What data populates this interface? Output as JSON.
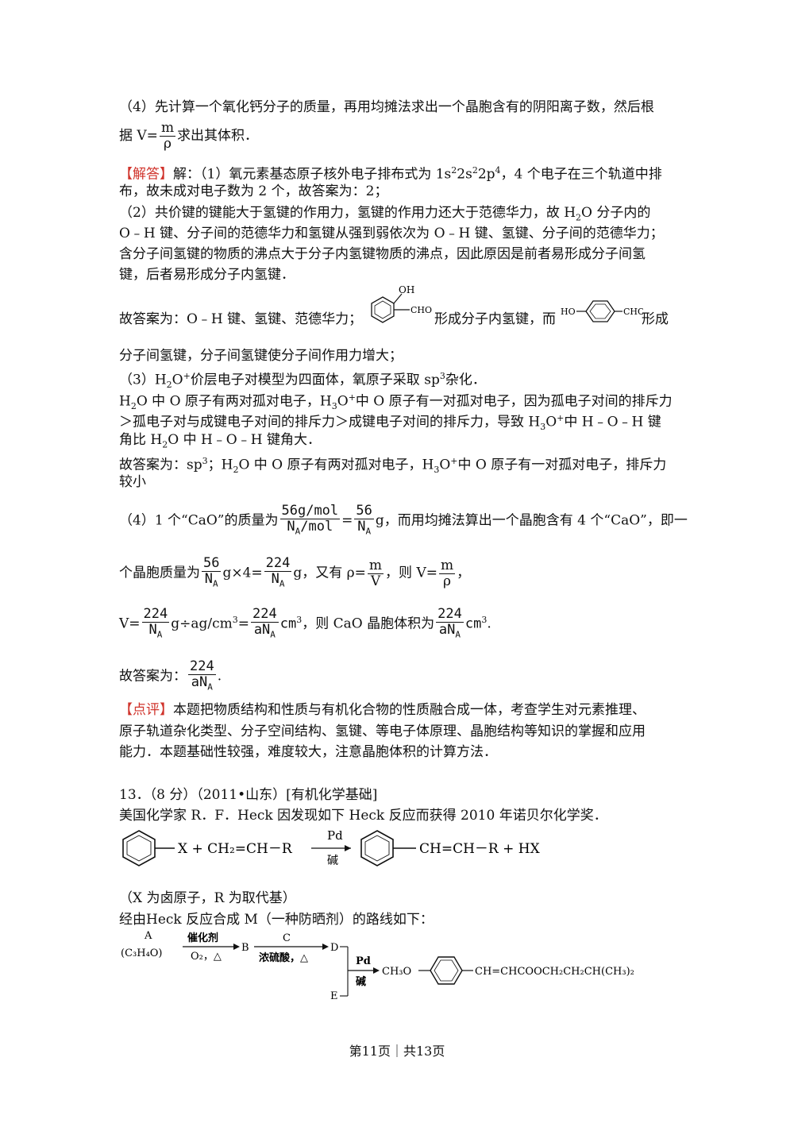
{
  "p4_hint": {
    "l1": "（4）先计算一个氧化钙分子的质量，再用均摊法求出一个晶胞含有的阴阳离子数，然后根",
    "l2a": "据 V=",
    "frac_n": "m",
    "frac_d": "ρ",
    "l2b": "求出其体积．"
  },
  "answer": {
    "tag": "【解答】",
    "a1_l1a": "解：（1）氧元素基态原子核外电子排布式为 1s",
    "sup2": "2",
    "mid2s": "2s",
    "mid2p": "2p",
    "sup4": "4",
    "a1_l1b": "，4 个电子在三个轨道中排",
    "a1_l2": "布，故未成对电子数为 2 个，故答案为：2；",
    "a2_l1a": "（2）共价键的键能大于氢键的作用力，氢键的作用力还大于范德华力，故 H",
    "sub2": "2",
    "a2_l1b": "O 分子内的",
    "a2_l2": "O﹣H 键、分子间的范德华力和氢键从强到弱依次为 O﹣H 键、氢键、分子间的范德华力；",
    "a2_l3": "含分子间氢键的物质的沸点大于分子内氢键物质的沸点，因此原因是前者易形成分子间氢",
    "a2_l4": "键，后者易形成分子内氢键．",
    "a2_ans_a": "故答案为：O﹣H 键、氢键、范德华力；",
    "oh_label": "OH",
    "cho_label": "CHO",
    "ho_label": "HO",
    "a2_ans_b": "形成分子内氢键，而",
    "a2_ans_c": "形成",
    "a2_ans_l2": "分子间氢键，分子间氢键使分子间作用力增大；",
    "a3_l1a": "（3）H",
    "a3_l1b": "O",
    "sup_plus": "+",
    "a3_l1c": "价层电子对模型为四面体，氧原子采取 sp",
    "sup3": "3",
    "a3_l1d": "杂化．",
    "a3_l2a": "H",
    "a3_l2b": "O 中 O 原子有两对孤对电子，H",
    "a3_l2c": "O",
    "a3_l2d": "中 O 原子有一对孤对电子，因为孤电子对间的排斥力",
    "a3_l3": "＞孤电子对与成键电子对间的排斥力＞成键电子对间的排斥力，导致 H",
    "a3_l3b": "O",
    "a3_l3c": "中 H﹣O﹣H 键",
    "a3_l4a": "角比 H",
    "a3_l4b": "O 中 H﹣O﹣H 键角大．",
    "a3_ans_a": "故答案为：sp",
    "a3_ans_b": "；H",
    "a3_ans_c": "O 中 O 原子有两对孤对电子，H",
    "a3_ans_d": "O",
    "a3_ans_e": "中 O 原子有一对孤对电子，排斥力",
    "a3_ans_l2": "较小",
    "a4_l1a": "（4）1 个“CaO”的质量为",
    "f1_n": "56g/mol",
    "f1_d": "N",
    "f1_dsub": "A",
    "f1_dtail": "/mol",
    "eq": "=",
    "f2_n": "56",
    "f2_d": "N",
    "f2_dsub": "A",
    "g": "g",
    "a4_l1b": "，而用均摊法算出一个晶胞含有 4 个“CaO”，即一",
    "a4_l2a": "个晶胞质量为",
    "f3_n": "56",
    "f3_d": "N",
    "f3_dsub": "A",
    "a4_l2b": "g×4=",
    "f4_n": "224",
    "f4_d": "N",
    "f4_dsub": "A",
    "a4_l2c": "g，又有 ρ=",
    "f5_n": "m",
    "f5_d": "V",
    "a4_l2d": "，则 V=",
    "f6_n": "m",
    "f6_d": "ρ",
    "a4_l2e": "，",
    "a4_l3a": "V=",
    "f7_n": "224",
    "f7_d": "N",
    "f7_dsub": "A",
    "a4_l3b": "g÷ag/cm",
    "a4_l3c": "=",
    "f8_n": "224",
    "f8_d": "aN",
    "f8_dsub": "A",
    "cm": "cm",
    "a4_l3d": "，则 CaO 晶胞体积为",
    "f9_n": "224",
    "f9_d": "aN",
    "f9_dsub": "A",
    "a4_l3e": ".",
    "a4_ans": "故答案为：",
    "f10_n": "224",
    "f10_d": "aN",
    "f10_dsub": "A",
    "a4_ans_end": "."
  },
  "comment": {
    "tag": "【点评】",
    "l1": "本题把物质结构和性质与有机化合物的性质融合成一体，考查学生对元素推理、",
    "l2": "原子轨道杂化类型、分子空间结构、氢键、等电子体原理、晶胞结构等知识的掌握和应用",
    "l3": "能力．本题基础性较强，难度较大，注意晶胞体积的计算方法．"
  },
  "q13": {
    "header": "13．（8 分）（2011•山东）[有机化学基础]",
    "intro": "美国化学家 R．F．Heck 因发现如下 Heck 反应而获得 2010 年诺贝尔化学奖．",
    "rx_left": "X + CH₂=CH－R",
    "rx_top": "Pd",
    "rx_bottom": "碱",
    "rx_right": "CH=CH－R + HX",
    "note": "（X 为卤原子，R 为取代基）",
    "route_intro": "经由Heck 反应合成 M（一种防晒剂）的路线如下：",
    "A": "A",
    "A_formula": "(C₃H₄O)",
    "cat": "催化剂",
    "cond1": "O₂，△",
    "B": "B",
    "C": "C",
    "cond2": "浓硫酸，△",
    "D": "D",
    "E": "E",
    "pd": "Pd",
    "base": "碱",
    "m_left": "CH₃O",
    "m_right": "CH=CHCOOCH₂CH₂CH(CH₃)₂"
  },
  "footer": "第11页｜共13页"
}
